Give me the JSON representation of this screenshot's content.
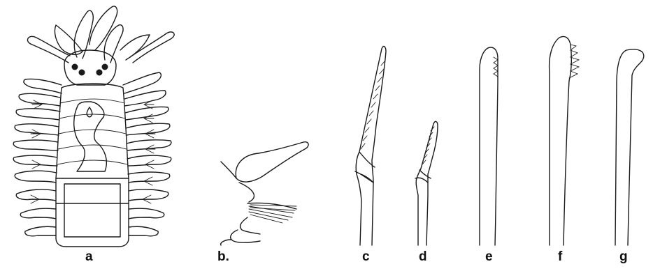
{
  "figure": {
    "panels": [
      {
        "id": "a",
        "label": "a",
        "subject": "whole-worm-dorsal-view"
      },
      {
        "id": "b",
        "label": "b.",
        "subject": "parapodium"
      },
      {
        "id": "c",
        "label": "c",
        "subject": "compound-chaeta-long-blade"
      },
      {
        "id": "d",
        "label": "d",
        "subject": "compound-chaeta-short-blade"
      },
      {
        "id": "e",
        "label": "e",
        "subject": "simple-chaeta-fine-serration"
      },
      {
        "id": "f",
        "label": "f",
        "subject": "simple-chaeta-coarse-serration"
      },
      {
        "id": "g",
        "label": "g",
        "subject": "simple-chaeta-smooth-tip"
      }
    ],
    "ink_color": "#1a1a1a",
    "background": "#ffffff"
  }
}
